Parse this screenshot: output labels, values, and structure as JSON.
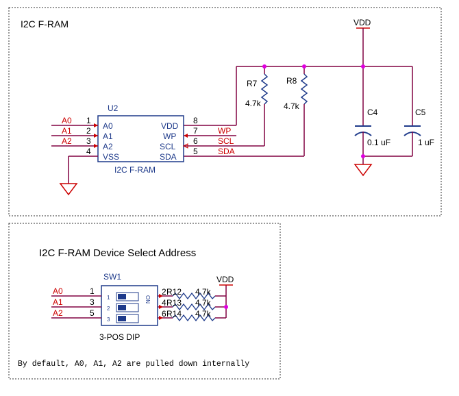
{
  "colors": {
    "wire": "#800040",
    "net": "#cc0000",
    "part": "#1e3a8a",
    "junction": "#e000e0",
    "frame": "#333333"
  },
  "top": {
    "title": "I2C F-RAM",
    "power_label": "VDD",
    "u2": {
      "ref": "U2",
      "name": "I2C F-RAM",
      "left_pins": [
        {
          "num": "1",
          "name": "A0",
          "net": "A0"
        },
        {
          "num": "2",
          "name": "A1",
          "net": "A1"
        },
        {
          "num": "3",
          "name": "A2",
          "net": "A2"
        },
        {
          "num": "4",
          "name": "VSS",
          "net": ""
        }
      ],
      "right_pins": [
        {
          "num": "8",
          "name": "VDD",
          "net": ""
        },
        {
          "num": "7",
          "name": "WP",
          "net": "WP"
        },
        {
          "num": "6",
          "name": "SCL",
          "net": "SCL"
        },
        {
          "num": "5",
          "name": "SDA",
          "net": "SDA"
        }
      ]
    },
    "r7": {
      "ref": "R7",
      "value": "4.7k"
    },
    "r8": {
      "ref": "R8",
      "value": "4.7k"
    },
    "c4": {
      "ref": "C4",
      "value": "0.1 uF"
    },
    "c5": {
      "ref": "C5",
      "value": "1 uF"
    }
  },
  "bottom": {
    "title": "I2C F-RAM Device Select Address",
    "power_label": "VDD",
    "sw1": {
      "ref": "SW1",
      "name": "3-POS DIP",
      "on_label": "ON",
      "switch_nums": [
        "1",
        "2",
        "3"
      ],
      "left_pins": [
        "1",
        "3",
        "5"
      ],
      "right_pins": [
        "2",
        "4",
        "6"
      ]
    },
    "nets": [
      "A0",
      "A1",
      "A2"
    ],
    "resistors": [
      {
        "ref": "R12",
        "value": "4.7k"
      },
      {
        "ref": "R13",
        "value": "4.7k"
      },
      {
        "ref": "R14",
        "value": "4.7k"
      }
    ],
    "note": "By default, A0, A1, A2 are pulled down internally"
  }
}
